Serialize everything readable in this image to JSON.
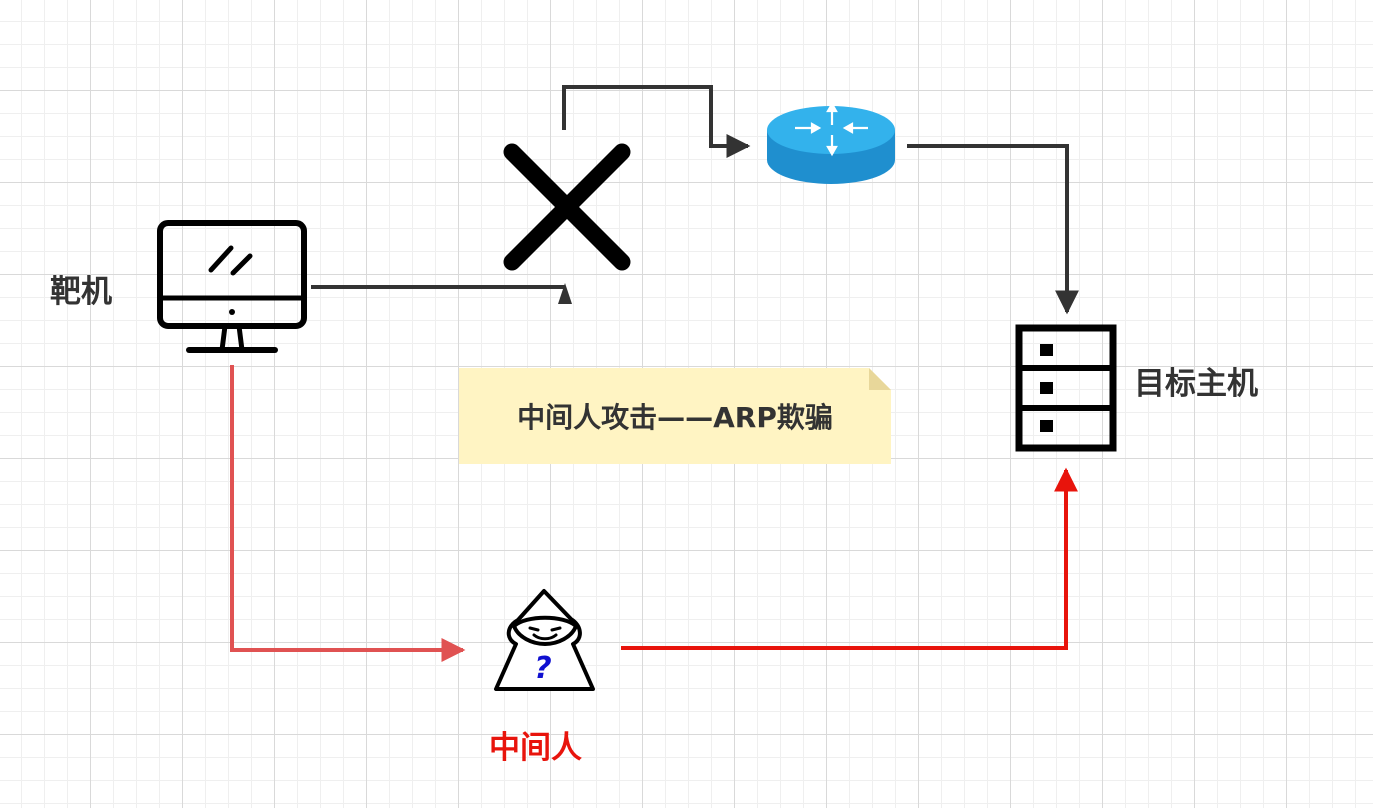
{
  "nodes": {
    "target_machine": {
      "label": "靶机",
      "icon": "monitor-icon"
    },
    "router": {
      "icon": "router-icon",
      "color": "#29a3e0"
    },
    "destination_host": {
      "label": "目标主机",
      "icon": "server-icon"
    },
    "man_in_the_middle": {
      "label": "中间人",
      "icon": "hacker-icon",
      "question_mark": "?",
      "label_color": "#e8140c"
    }
  },
  "note": {
    "text": "中间人攻击——ARP欺骗",
    "background": "#fff4c3"
  },
  "connections": [
    {
      "from": "target_machine",
      "to": "router",
      "status": "blocked",
      "color": "#333333"
    },
    {
      "from": "router",
      "to": "destination_host",
      "color": "#333333"
    },
    {
      "from": "target_machine",
      "to": "man_in_the_middle",
      "color": "#e05252"
    },
    {
      "from": "man_in_the_middle",
      "to": "destination_host",
      "color": "#e8140c"
    }
  ],
  "blocked_marker": {
    "icon": "cross-icon"
  }
}
